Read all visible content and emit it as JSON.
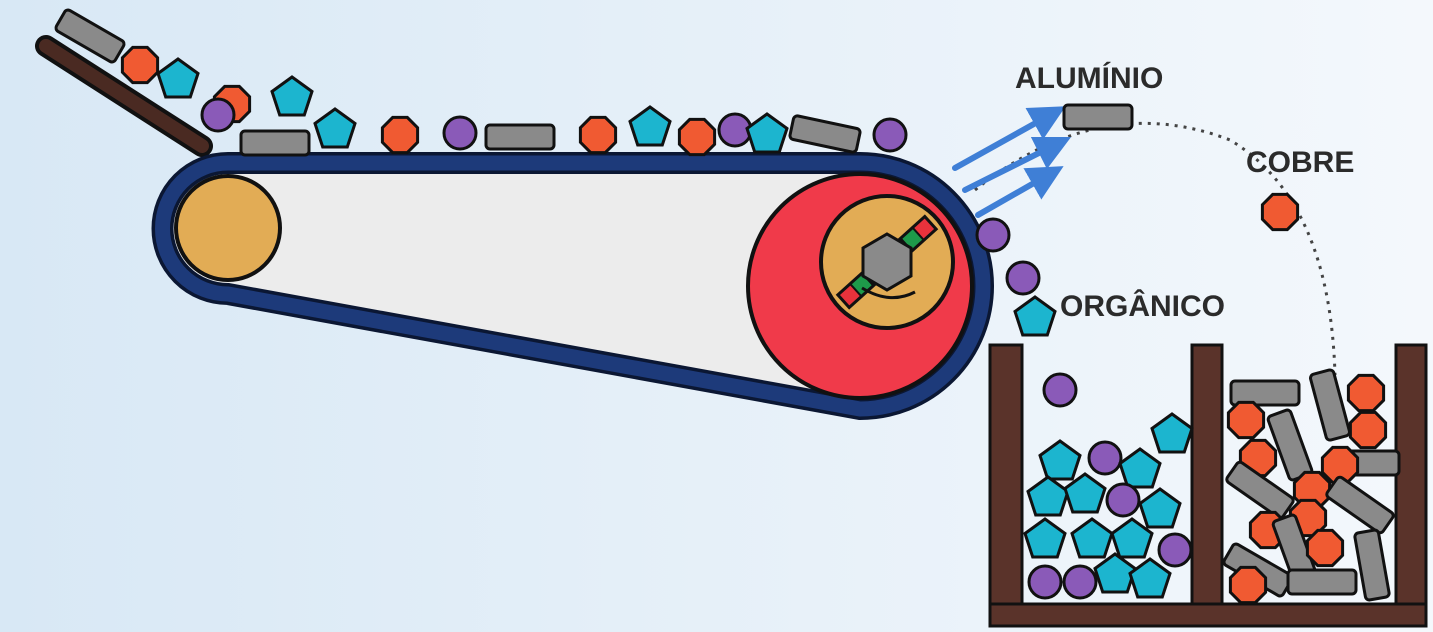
{
  "labels": {
    "aluminio": "ALUMÍNIO",
    "cobre": "COBRE",
    "organico": "ORGÂNICO"
  },
  "colors": {
    "background_left": "#d8e8f5",
    "background_right": "#f4f8fc",
    "belt": "#1d3a7a",
    "belt_interior": "#ececec",
    "idler_drum": "#e2ac55",
    "magnetic_drum": "#f03a4a",
    "rotor_disk": "#e2ac55",
    "shaft": "#8a8a8a",
    "magnet_green": "#1e9a4a",
    "magnet_red": "#e8323c",
    "chute": "#4a2a22",
    "bins": "#5a332a",
    "aluminium_bar": "#8a8a8a",
    "copper_octagon": "#f05a32",
    "organic_pentagon": "#1cb5cf",
    "organic_circle": "#8a5ab8",
    "eddy_arrows": "#3f7fd6",
    "trajectory": "#444444"
  },
  "icons": {
    "aluminium_particle": "gray-rounded-bar",
    "copper_particle": "orange-octagon",
    "organic_pentagon_particle": "cyan-pentagon",
    "organic_circle_particle": "purple-circle",
    "eddy_current_arrows": "blue-arrows"
  }
}
